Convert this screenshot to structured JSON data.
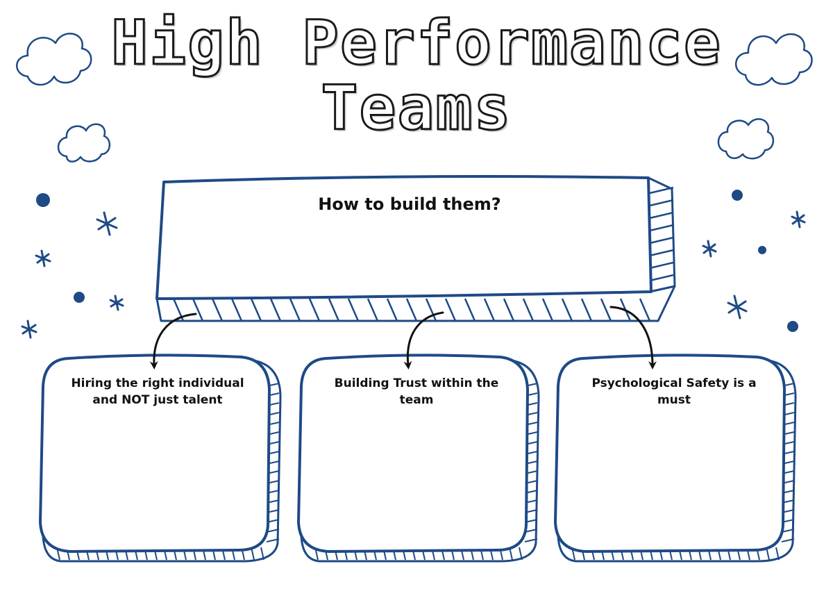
{
  "title": {
    "line1": "High Performance",
    "line2": "Teams"
  },
  "main_box": {
    "label": "How to build them?"
  },
  "branches": [
    {
      "label": "Hiring the right individual and NOT just talent"
    },
    {
      "label": "Building Trust within the team"
    },
    {
      "label": "Psychological Safety is a must"
    }
  ],
  "colors": {
    "outline": "#1e4a86",
    "text": "#111111",
    "arrow": "#111111"
  }
}
